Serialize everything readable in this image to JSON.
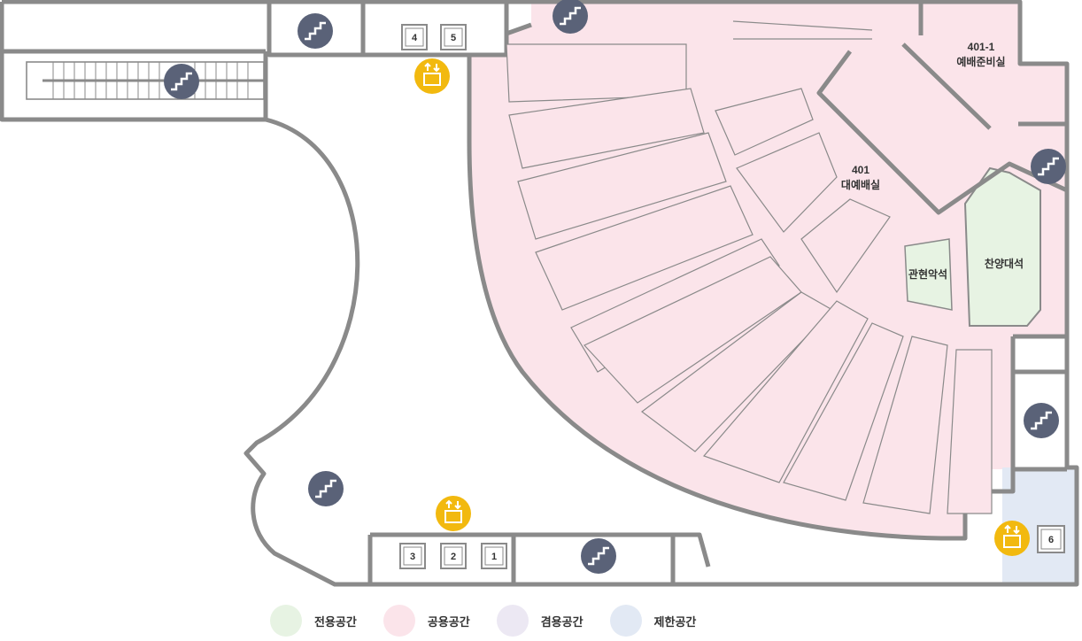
{
  "rooms": {
    "main_hall": {
      "number": "401",
      "name": "대예배실"
    },
    "prep_room": {
      "number": "401-1",
      "name": "예배준비실"
    },
    "choir": {
      "name": "찬양대석"
    },
    "orchestra": {
      "name": "관현악석"
    }
  },
  "elevators": {
    "top": [
      "4",
      "5"
    ],
    "bottom": [
      "3",
      "2",
      "1"
    ],
    "right": [
      "6"
    ]
  },
  "colors": {
    "dedicated": "#e7f3e3",
    "public": "#fbe4ea",
    "shared": "#ece8f3",
    "restricted": "#e2e9f4",
    "stair_icon": "#5a6278",
    "elevator_icon": "#f2b90f"
  },
  "legend": [
    {
      "label": "전용공간",
      "color": "#e7f3e3"
    },
    {
      "label": "공용공간",
      "color": "#fbe4ea"
    },
    {
      "label": "겸용공간",
      "color": "#ece8f3"
    },
    {
      "label": "제한공간",
      "color": "#e2e9f4"
    }
  ]
}
